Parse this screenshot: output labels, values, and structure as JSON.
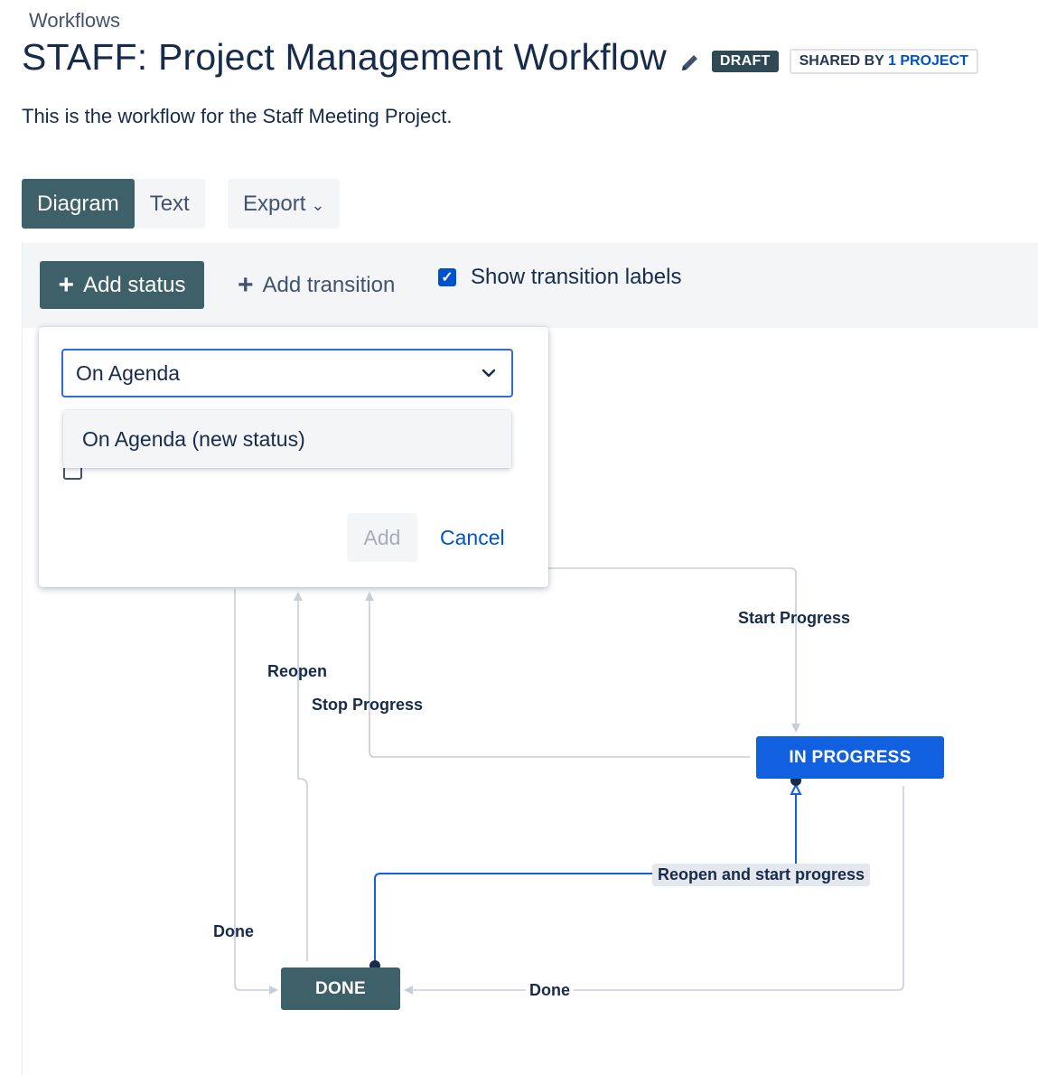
{
  "header": {
    "breadcrumb": "Workflows",
    "title": "STAFF: Project Management Workflow",
    "edit_icon": "pencil-icon",
    "draft_badge": "DRAFT",
    "shared_prefix": "SHARED BY",
    "shared_link": "1 PROJECT",
    "description": "This is the workflow for the Staff Meeting Project."
  },
  "view_tabs": {
    "diagram": "Diagram",
    "text": "Text",
    "export": "Export",
    "active": "Diagram"
  },
  "toolbar": {
    "add_status": "Add status",
    "add_transition": "Add transition",
    "show_labels": "Show transition labels",
    "show_labels_checked": true
  },
  "add_status_popup": {
    "input_value": "On Agenda",
    "options": [
      "On Agenda (new status)"
    ],
    "add_label": "Add",
    "cancel_label": "Cancel"
  },
  "diagram": {
    "statuses": {
      "in_progress": "IN PROGRESS",
      "done": "DONE"
    },
    "transitions": {
      "start_progress": "Start Progress",
      "reopen": "Reopen",
      "stop_progress": "Stop Progress",
      "done_left": "Done",
      "done_bottom": "Done",
      "reopen_and_start": "Reopen and start progress"
    }
  },
  "colors": {
    "primary_teal": "#3e6068",
    "in_progress_blue": "#1160e0",
    "link_blue": "#0052cc",
    "connector_gray": "#c8ced8",
    "selected_connector": "#1160e0"
  }
}
